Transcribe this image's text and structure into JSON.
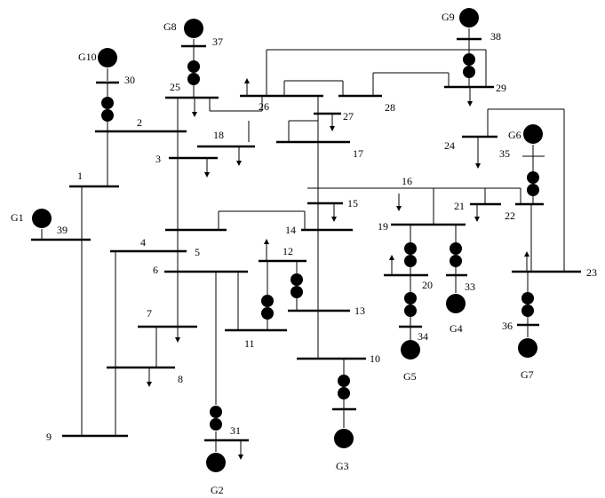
{
  "buses": [
    {
      "id": "b1",
      "label": "1"
    },
    {
      "id": "b2",
      "label": "2"
    },
    {
      "id": "b3",
      "label": "3"
    },
    {
      "id": "b4",
      "label": "4"
    },
    {
      "id": "b5",
      "label": "5"
    },
    {
      "id": "b6",
      "label": "6"
    },
    {
      "id": "b7",
      "label": "7"
    },
    {
      "id": "b8",
      "label": "8"
    },
    {
      "id": "b9",
      "label": "9"
    },
    {
      "id": "b10",
      "label": "10"
    },
    {
      "id": "b11",
      "label": "11"
    },
    {
      "id": "b12",
      "label": "12"
    },
    {
      "id": "b13",
      "label": "13"
    },
    {
      "id": "b14",
      "label": "14"
    },
    {
      "id": "b15",
      "label": "15"
    },
    {
      "id": "b16",
      "label": "16"
    },
    {
      "id": "b17",
      "label": "17"
    },
    {
      "id": "b18",
      "label": "18"
    },
    {
      "id": "b19",
      "label": "19"
    },
    {
      "id": "b20",
      "label": "20"
    },
    {
      "id": "b21",
      "label": "21"
    },
    {
      "id": "b22",
      "label": "22"
    },
    {
      "id": "b23",
      "label": "23"
    },
    {
      "id": "b24",
      "label": "24"
    },
    {
      "id": "b25",
      "label": "25"
    },
    {
      "id": "b26",
      "label": "26"
    },
    {
      "id": "b27",
      "label": "27"
    },
    {
      "id": "b28",
      "label": "28"
    },
    {
      "id": "b29",
      "label": "29"
    },
    {
      "id": "b30",
      "label": "30"
    },
    {
      "id": "b31",
      "label": "31"
    },
    {
      "id": "b33",
      "label": "33"
    },
    {
      "id": "b34",
      "label": "34"
    },
    {
      "id": "b35",
      "label": "35"
    },
    {
      "id": "b36",
      "label": "36"
    },
    {
      "id": "b37",
      "label": "37"
    },
    {
      "id": "b38",
      "label": "38"
    },
    {
      "id": "b39",
      "label": "39"
    }
  ],
  "generators": [
    {
      "id": "g1",
      "label": "G1"
    },
    {
      "id": "g2",
      "label": "G2"
    },
    {
      "id": "g3",
      "label": "G3"
    },
    {
      "id": "g4",
      "label": "G4"
    },
    {
      "id": "g5",
      "label": "G5"
    },
    {
      "id": "g6",
      "label": "G6"
    },
    {
      "id": "g7",
      "label": "G7"
    },
    {
      "id": "g8",
      "label": "G8"
    },
    {
      "id": "g9",
      "label": "G9"
    },
    {
      "id": "g10",
      "label": "G10"
    }
  ],
  "colors": {
    "generator_fill": "#9dc3e6",
    "transformer_fill": "#f7e6b0",
    "line": "#000000"
  }
}
